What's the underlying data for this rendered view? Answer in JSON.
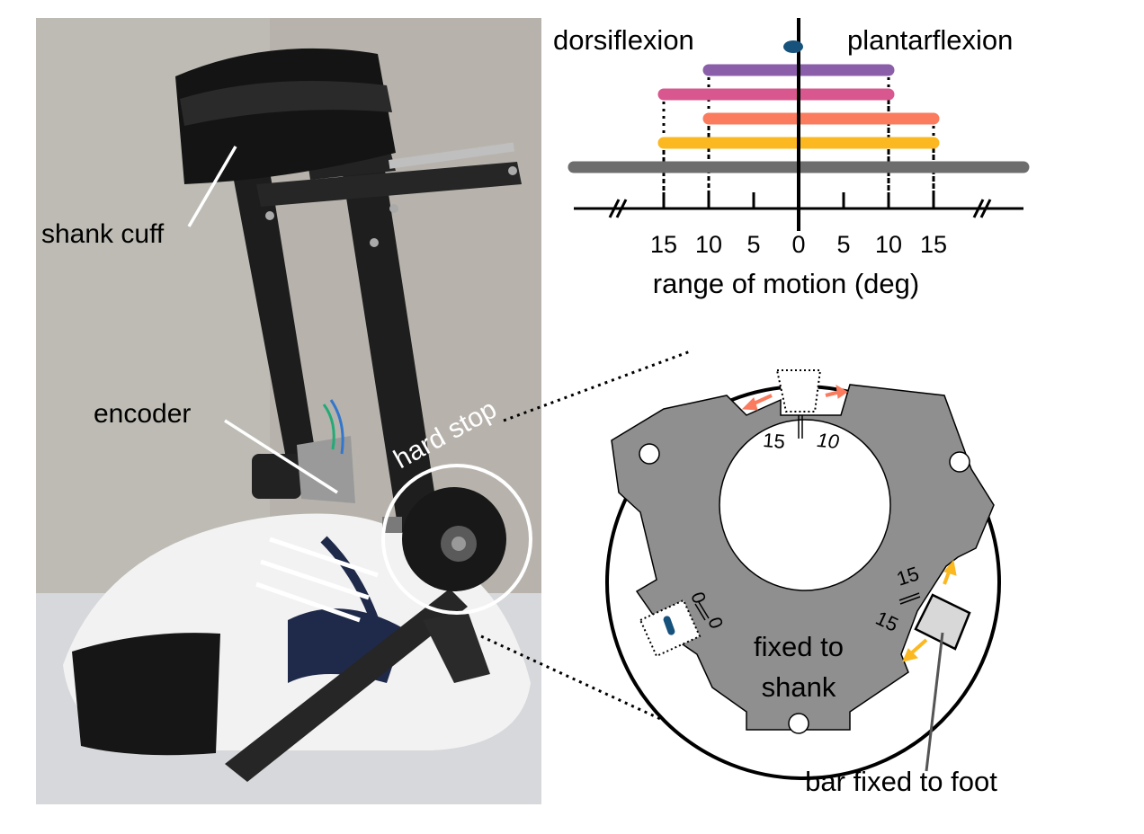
{
  "photo_labels": {
    "shank_cuff": "shank cuff",
    "encoder": "encoder",
    "hard_stop": "hard stop"
  },
  "rom_chart": {
    "dorsiflexion_label": "dorsiflexion",
    "plantarflexion_label": "plantarflexion",
    "axis_label": "range of motion (deg)",
    "tick_labels": [
      "15",
      "10",
      "5",
      "0",
      "5",
      "10",
      "15"
    ],
    "tick_values": [
      -15,
      -10,
      -5,
      0,
      5,
      10,
      15
    ],
    "bars": [
      {
        "from": -10,
        "to": 10,
        "color": "#8a5ea8"
      },
      {
        "from": -15,
        "to": 10,
        "color": "#d9578f"
      },
      {
        "from": -10,
        "to": 15,
        "color": "#fa7b5e"
      },
      {
        "from": -15,
        "to": 15,
        "color": "#fbb820"
      },
      {
        "from": -25,
        "to": 25,
        "color": "#6d6d6d"
      }
    ],
    "zero_marker_color": "#17527c"
  },
  "zoom_detail": {
    "top_scale_left": "15",
    "top_scale_right": "10",
    "left_scale_a": "0",
    "left_scale_b": "0",
    "right_scale_a": "15",
    "right_scale_b": "15",
    "fixed_to_shank": [
      "fixed to",
      "shank"
    ],
    "bar_fixed_to_foot": "bar fixed to foot",
    "plate_color": "#8f8f8f",
    "arrow_top_color": "#fa7b5e",
    "arrow_right_color": "#fbb820",
    "marker_color": "#17527c"
  }
}
